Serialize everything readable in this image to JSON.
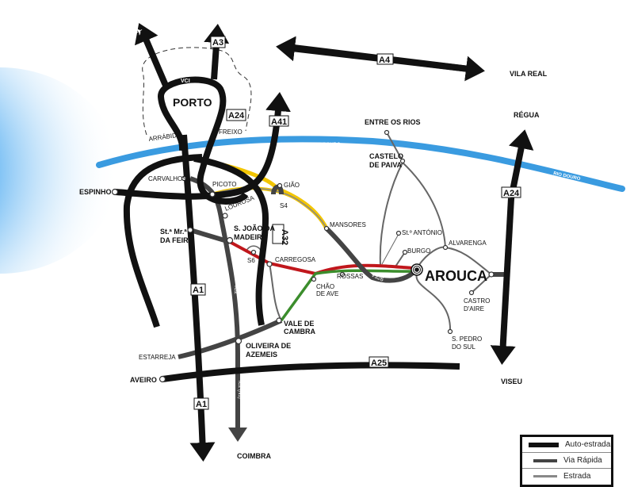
{
  "map": {
    "center_city": "AROUCA",
    "porto": "PORTO",
    "places": {
      "arrabida": "ARRÁBIDA",
      "freixo": "FREIXO",
      "espinho": "ESPINHO",
      "carvalhos": "CARVALHOS",
      "picoto": "PICOTO",
      "giao": "GIÃO",
      "lourosa": "LOUROSA",
      "s4": "S4",
      "s6": "S6",
      "feira1": "St.ª Mr.ª",
      "feira2": "DA FEIRA",
      "sjoao1": "S. JOÃO DA",
      "sjoao2": "MADEIRA",
      "mansores": "MANSORES",
      "carregosa": "CARREGOSA",
      "chao1": "CHÃO",
      "chao2": "DE AVE",
      "rossas": "ROSSAS",
      "vale1": "VALE DE",
      "vale2": "CAMBRA",
      "oliveira1": "OLIVEIRA DE",
      "oliveira2": "AZEMEIS",
      "estarreja": "ESTARREJA",
      "aveiro": "AVEIRO",
      "coimbra": "COIMBRA",
      "entre_os_rios": "ENTRE OS RIOS",
      "castelo1": "CASTELO",
      "castelo2": "DE PAIVA",
      "st_antonio": "St.º ANTÓNIO",
      "burgo": "BURGO",
      "alvarenga": "ALVARENGA",
      "castro1": "CASTRO",
      "castro2": "D'AIRE",
      "spedro1": "S. PEDRO",
      "spedro2": "DO SUL",
      "vila_real": "VILA REAL",
      "regua": "RÉGUA",
      "viseu": "VISEU",
      "rio_douro_1": "RIO DOURO",
      "rio_douro_2": "RIO DOURO"
    },
    "roads": {
      "a3": "A3",
      "a4": "A4",
      "a24_porto": "A24",
      "a41": "A41",
      "a32": "A32",
      "a1_1": "A1",
      "a1_2": "A1",
      "a24": "A24",
      "a25": "A25",
      "vci": "VCI",
      "ic2": "IC2",
      "ic2_in1": "IC2 (N1)",
      "v326": "V326"
    },
    "icons": [
      "airplane-icon",
      "arouca-target-icon"
    ],
    "colors": {
      "river": "#3a9be0",
      "motorway": "#111111",
      "expressway": "#444444",
      "road": "#777777",
      "yellow": "#f2c500",
      "red": "#c0171c",
      "green": "#3b8d2c"
    }
  },
  "legend": {
    "items": [
      {
        "label": "Auto-estrada"
      },
      {
        "label": "Via Rápida"
      },
      {
        "label": "Estrada"
      }
    ]
  }
}
